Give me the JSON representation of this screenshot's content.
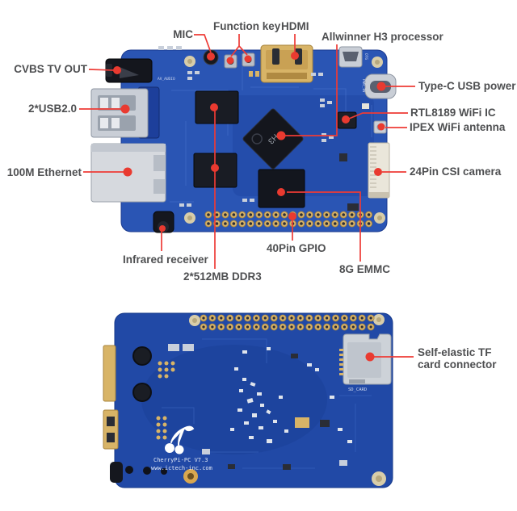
{
  "image": {
    "description": "Annotated product diagram of CherryPi-PC single board computer, top view and bottom view with red callout lines",
    "background": "#ffffff"
  },
  "colors": {
    "pcb_blue_top": "#2a55b4",
    "pcb_blue_bottom": "#2149a6",
    "pcb_dark_patch": "#1d3f97",
    "callout_red": "#ee3b36",
    "callout_dot_red": "#e93a30",
    "label_text": "#4e4f51",
    "connector_gold": "#d8b467",
    "connector_silver": "#c9ced6",
    "chip_black": "#15171f",
    "silkscreen_white": "#dfe6f5"
  },
  "labels": {
    "mic": "MIC",
    "function_key": "Function key",
    "hdmi": "HDMI",
    "processor": "Allwinner H3 processor",
    "cvbs": "CVBS TV OUT",
    "usb": "2*USB2.0",
    "ethernet": "100M Ethernet",
    "type_c": "Type-C USB power in",
    "wifi_ic": "RTL8189 WiFi IC",
    "ipex": "IPEX WiFi antenna",
    "csi": "24Pin CSI camera",
    "infrared": "Infrared receiver",
    "ddr3": "2*512MB DDR3",
    "gpio": "40Pin GPIO",
    "emmc": "8G EMMC",
    "tf_card": "Self-elastic TF card connector"
  },
  "silkscreen": {
    "h3_chip": "H3",
    "otg": "OTG",
    "pwr_in": "PWR_IN",
    "av_audio": "AV_AUDIO",
    "sd_card": "SD_CARD",
    "board_name": "CherryPi-PC V7.3",
    "website": "www.ictech-inc.com"
  }
}
